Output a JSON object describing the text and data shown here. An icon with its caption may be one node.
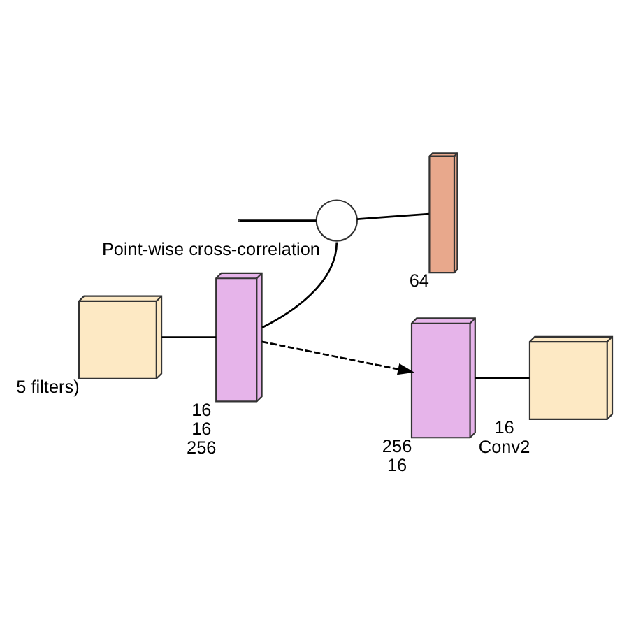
{
  "diagram": {
    "nodes": [
      {
        "text": [],
        "shape": "box",
        "beside": [
          "5 filters)"
        ]
      },
      {
        "text": [],
        "shape": "box",
        "beside": [
          "16",
          "16",
          "256"
        ]
      },
      {
        "text": [],
        "shape": "circle",
        "beside": [
          "Point-wise cross-correlation"
        ]
      },
      {
        "text": [],
        "shape": "box",
        "beside": [
          "64"
        ]
      },
      {
        "text": [],
        "shape": "box",
        "beside": [
          "256",
          "16"
        ]
      },
      {
        "text": [],
        "shape": "box",
        "beside": [
          "16",
          "Conv2"
        ]
      }
    ],
    "edges": [
      {
        "from": 0,
        "to": 1,
        "arrow": "none"
      },
      {
        "from": 1,
        "to": 2,
        "arrow": "none"
      },
      {
        "from": null,
        "to": 2,
        "arrow": "none"
      },
      {
        "from": 2,
        "to": 3,
        "arrow": "none"
      },
      {
        "from": 4,
        "to": 5,
        "arrow": "none"
      },
      {
        "from": 1,
        "to": 4,
        "arrow": "to",
        "style": "dashed"
      }
    ]
  }
}
